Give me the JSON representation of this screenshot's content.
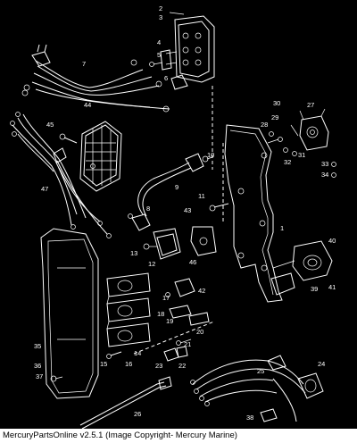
{
  "footer": {
    "text": "MercuryPartsOnline v2.5.1 (Image Copyright- Mercury Marine)"
  },
  "callouts": [
    "1",
    "2",
    "3",
    "4",
    "5",
    "6",
    "7",
    "8",
    "9",
    "10",
    "11",
    "12",
    "13",
    "14",
    "15",
    "16",
    "17",
    "18",
    "19",
    "20",
    "21",
    "22",
    "23",
    "24",
    "25",
    "26",
    "27",
    "28",
    "29",
    "30",
    "31",
    "32",
    "33",
    "34",
    "35",
    "36",
    "37",
    "38",
    "39",
    "40",
    "41",
    "42",
    "43",
    "44",
    "45",
    "46",
    "47"
  ]
}
